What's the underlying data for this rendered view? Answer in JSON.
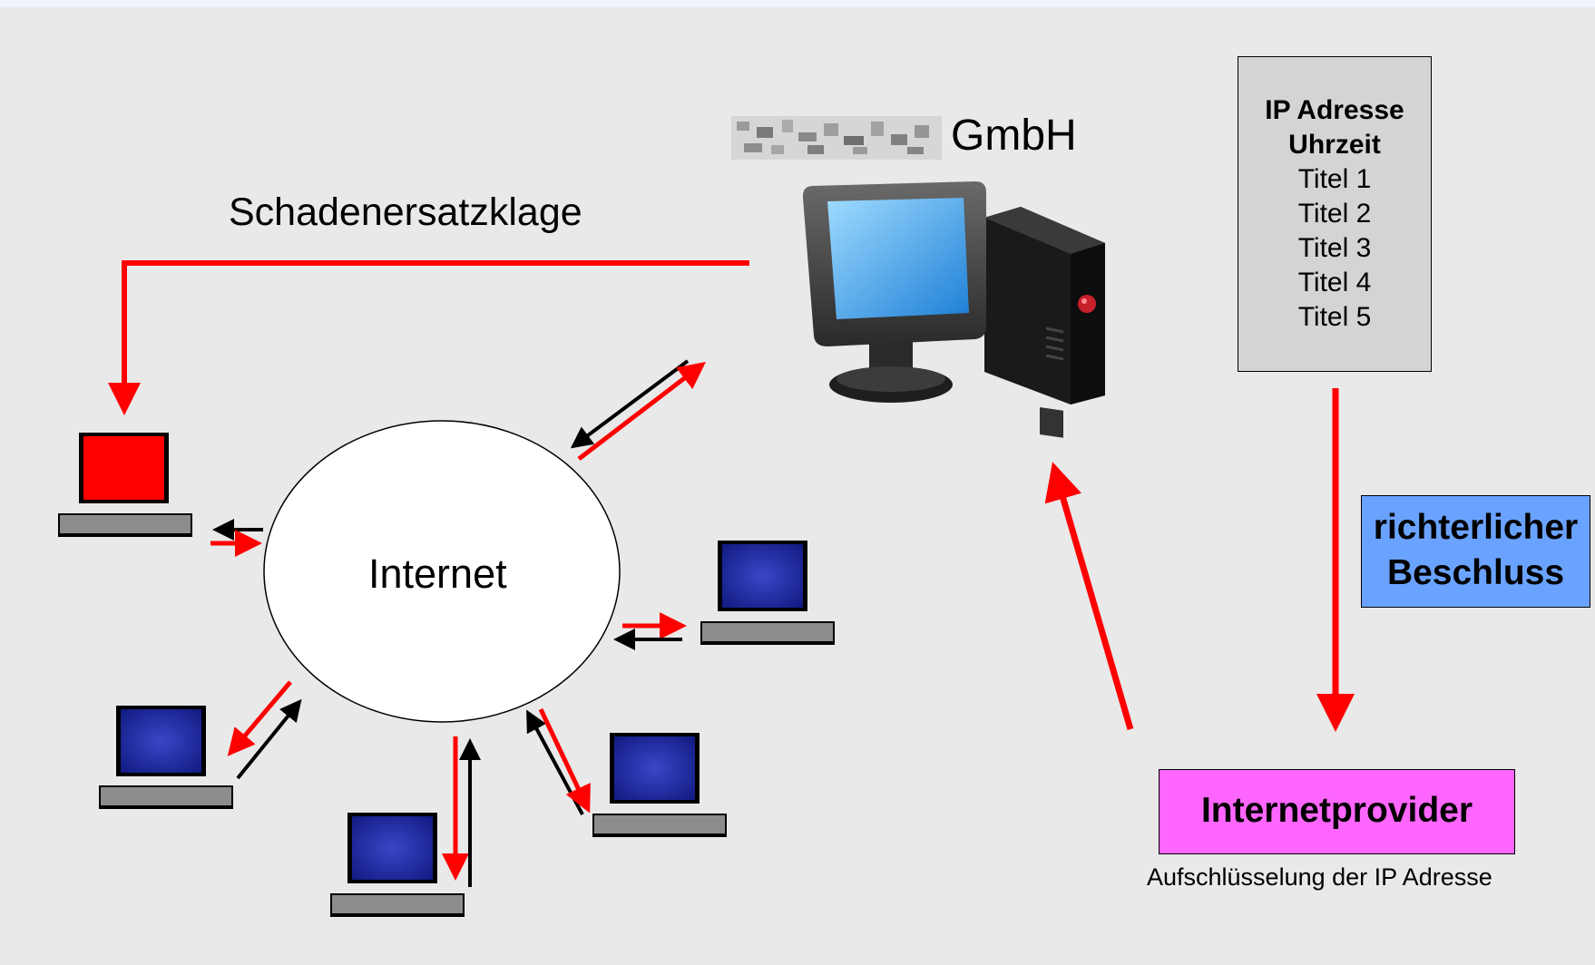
{
  "company": {
    "name_suffix": "GmbH",
    "name_prefix_censored": true
  },
  "labels": {
    "lawsuit": "Schadenersatzklage",
    "internet": "Internet",
    "provider_note": "Aufschlüsselung der IP Adresse"
  },
  "log_box": {
    "heading": [
      "IP Adresse",
      "Uhrzeit"
    ],
    "titles": [
      "Titel 1",
      "Titel 2",
      "Titel 3",
      "Titel 4",
      "Titel 5"
    ]
  },
  "court_order": {
    "line1": "richterlicher",
    "line2": "Beschluss",
    "color": "#6aa3ff"
  },
  "provider": {
    "label": "Internetprovider",
    "color": "#ff66ff"
  },
  "colors": {
    "background": "#e9e9e9",
    "arrow_red": "#ff0000",
    "arrow_black": "#000000",
    "target_screen": "#ff0000",
    "peer_screen": "#1e2a9c"
  }
}
